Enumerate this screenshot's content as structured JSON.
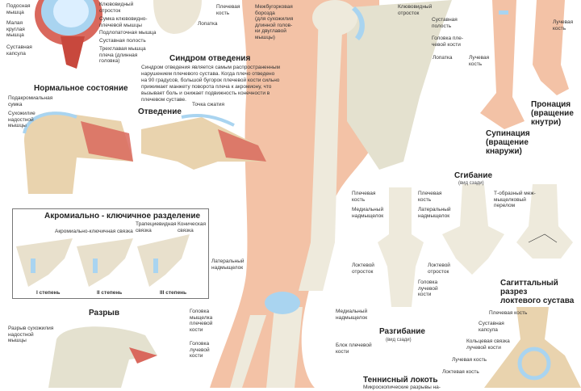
{
  "shoulder_cross_section": {
    "infraspinatus": "Подосная\nмышца",
    "teres_minor": "Малая\nкруглая\nмышца",
    "capsule": "Суставная\nкапсула",
    "coracoid": "Клювовидный\nотросток",
    "coracobrachialis_bursa": "Сумка клювовидно-\nплечевой мышцы",
    "subscapularis": "Подлопаточная мышца",
    "joint_cavity": "Суставная полость",
    "triceps": "Трехглавая мышца\nплеча (длинная\nголовка)"
  },
  "top_scapula": {
    "humerus": "Плечевая\nкость",
    "scapula": "Лопатка"
  },
  "impingement": {
    "title": "Синдром отведения",
    "text": "Синдром отведения является самым распространенным нарушением плечевого сустава. Когда плечо отведено на 90 градусов, большой бугорок плечевой кости сильно прижимает манжету поворота плеча к акромиону, что вызывает боль и снижает подвижность конечности в плечевом суставе.",
    "normal_title": "Нормальное состояние",
    "subacromial_bursa": "Подакромиальная\nсумка",
    "supraspinatus_tendon": "Сухожилие\nнадостной\nмышцы",
    "abduction_title": "Отведение",
    "compression_point": "Точка сжатия"
  },
  "main_arm": {
    "bicipital_groove": "Межбугорковая\nборозда\n(для сухожилия\nдлинной голов-\nки двуглавой\nмышцы)",
    "coracoid": "Клювовидный\nотросток",
    "joint_cavity": "Суставная\nполость",
    "humeral_head": "Головка пле-\nчевой кости",
    "scapula": "Лопатка",
    "lateral_epicondyle": "Латеральный\nнадмыщелок",
    "capitulum": "Головка\nмыщелка\nплечевой\nкости",
    "radial_head": "Головка\nлучевой\nкости",
    "humerus": "Плечевая\nкость",
    "medial_epicondyle": "Медиальный\nнадмыщелок",
    "trochlea": "Блок плечевой\nкости"
  },
  "forearm_rotation": {
    "radius_right": "Лучевая\nкость",
    "radius_left": "Лучевая\nкость",
    "pronation": "Пронация\n(вращение\nкнутри)",
    "supination": "Супинация\n(вращение\nкнаружи)"
  },
  "elbow": {
    "flexion_title": "Сгибание",
    "flexion_sub": "(вид сзади)",
    "humerus": "Плечевая\nкость",
    "medial_epicondyle": "Медиальный\nнадмыщелок",
    "lateral_epicondyle": "Латеральный\nнадмыщелок",
    "olecranon": "Локтевой\nотросток",
    "olecranon_2": "Локтевой\nотросток",
    "radial_head": "Головка\nлучевой\nкости",
    "t_fracture": "Т-образный меж-\nмыщелковый\nперелом",
    "extension_title": "Разгибание",
    "extension_sub": "(вид сзади)"
  },
  "sagittal": {
    "title": "Сагиттальный разрез\nлоктевого сустава",
    "humerus": "Плечевая кость",
    "capsule": "Суставная\nкапсула",
    "annular_ligament": "Кольцевая связка\nлучевой кости",
    "radius": "Лучевая кость",
    "ulna": "Локтевая кость"
  },
  "tennis_elbow": {
    "title": "Теннисный локоть",
    "text": "Микроскопические разрывы на-"
  },
  "ac_separation": {
    "title": "Акромиально - ключичное разделение",
    "ac_ligament": "Акромиально-ключичная связка",
    "trapezoid": "Трапециевидная\nсвязка",
    "conoid": "Коническая\nсвязка",
    "grades": [
      "I степень",
      "II степень",
      "III степень"
    ]
  },
  "tear": {
    "title": "Разрыв",
    "supraspinatus_tear": "Разрыв сухожилия\nнадостной\nмышцы"
  },
  "colors": {
    "skin": "#f3c2a6",
    "bone": "#ece6d6",
    "cartilage": "#a9d4f0",
    "muscle": "#d9685d",
    "marrow": "#e9d3ae"
  }
}
